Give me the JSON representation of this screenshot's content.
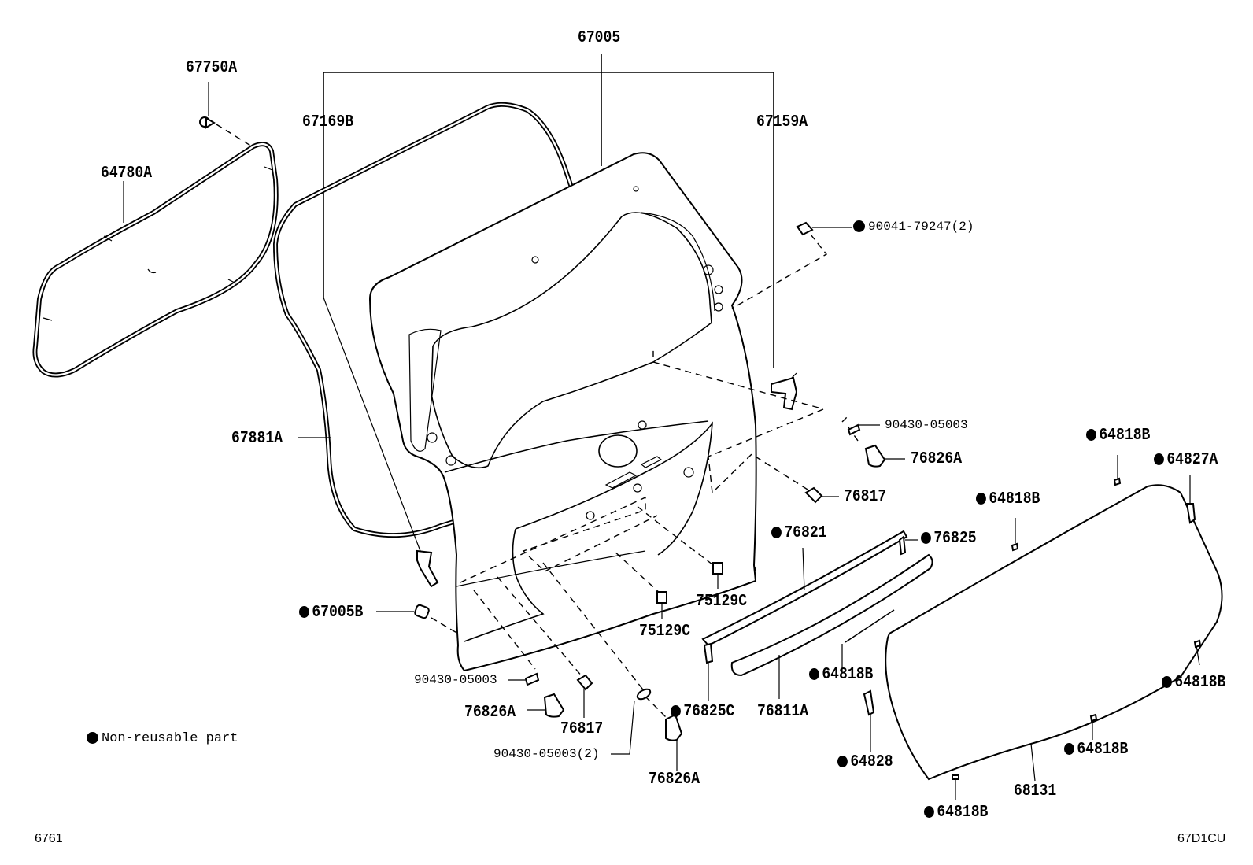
{
  "diagram": {
    "labels": {
      "l67005": {
        "text": "67005"
      },
      "l67750A": {
        "text": "67750A"
      },
      "l67169B": {
        "text": "67169B"
      },
      "l67159A": {
        "text": "67159A"
      },
      "l64780A": {
        "text": "64780A"
      },
      "l90041": {
        "text": "90041-79247(2)"
      },
      "l90430a": {
        "text": "90430-05003"
      },
      "l76826Aa": {
        "text": "76826A"
      },
      "l64818B1": {
        "text": "64818B"
      },
      "l64827A": {
        "text": "64827A"
      },
      "l67881A": {
        "text": "67881A"
      },
      "l76817a": {
        "text": "76817"
      },
      "l64818B2": {
        "text": "64818B"
      },
      "l76821": {
        "text": "76821"
      },
      "l76825": {
        "text": "76825"
      },
      "l75129Ca": {
        "text": "75129C"
      },
      "l67005B": {
        "text": "67005B"
      },
      "l75129Cb": {
        "text": "75129C"
      },
      "l64818B3": {
        "text": "64818B"
      },
      "l64818B4": {
        "text": "64818B"
      },
      "l90430b": {
        "text": "90430-05003"
      },
      "l76826Ab": {
        "text": "76826A"
      },
      "l76825C": {
        "text": "76825C"
      },
      "l76811A": {
        "text": "76811A"
      },
      "l76817b": {
        "text": "76817"
      },
      "l90430c": {
        "text": "90430-05003(2)"
      },
      "l64818B5": {
        "text": "64818B"
      },
      "l64828": {
        "text": "64828"
      },
      "l76826Ac": {
        "text": "76826A"
      },
      "l68131": {
        "text": "68131"
      },
      "l64818B6": {
        "text": "64818B"
      }
    },
    "legend": {
      "text": "Non-reusable part"
    },
    "code_left": "6761",
    "code_right": "67D1CU"
  }
}
